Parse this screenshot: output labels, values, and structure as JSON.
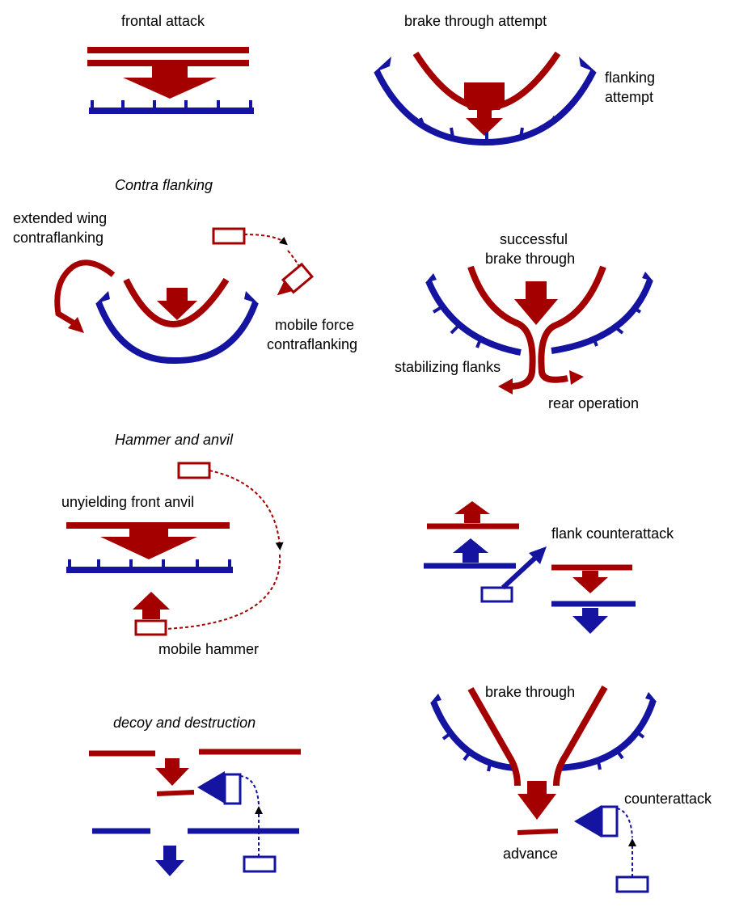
{
  "colors": {
    "red": "#a50000",
    "blue": "#1414a0",
    "text": "#000000"
  },
  "labels": {
    "frontal_attack": "frontal attack",
    "brake_through_attempt": "brake through attempt",
    "flanking_attempt_1": "flanking",
    "flanking_attempt_2": "attempt",
    "contra_flanking": "Contra flanking",
    "extended_wing_1": "extended wing",
    "extended_wing_2": "contraflanking",
    "mobile_force_1": "mobile force",
    "mobile_force_2": "contraflanking",
    "successful_1": "successful",
    "successful_2": "brake through",
    "stabilizing_flanks": "stabilizing flanks",
    "rear_operation": "rear operation",
    "hammer_and_anvil": "Hammer and anvil",
    "unyielding_front_anvil": "unyielding front anvil",
    "mobile_hammer": "mobile hammer",
    "flank_counterattack": "flank counterattack",
    "decoy_and_destruction": "decoy and destruction",
    "brake_through": "brake through",
    "counterattack": "counterattack",
    "advance": "advance"
  }
}
